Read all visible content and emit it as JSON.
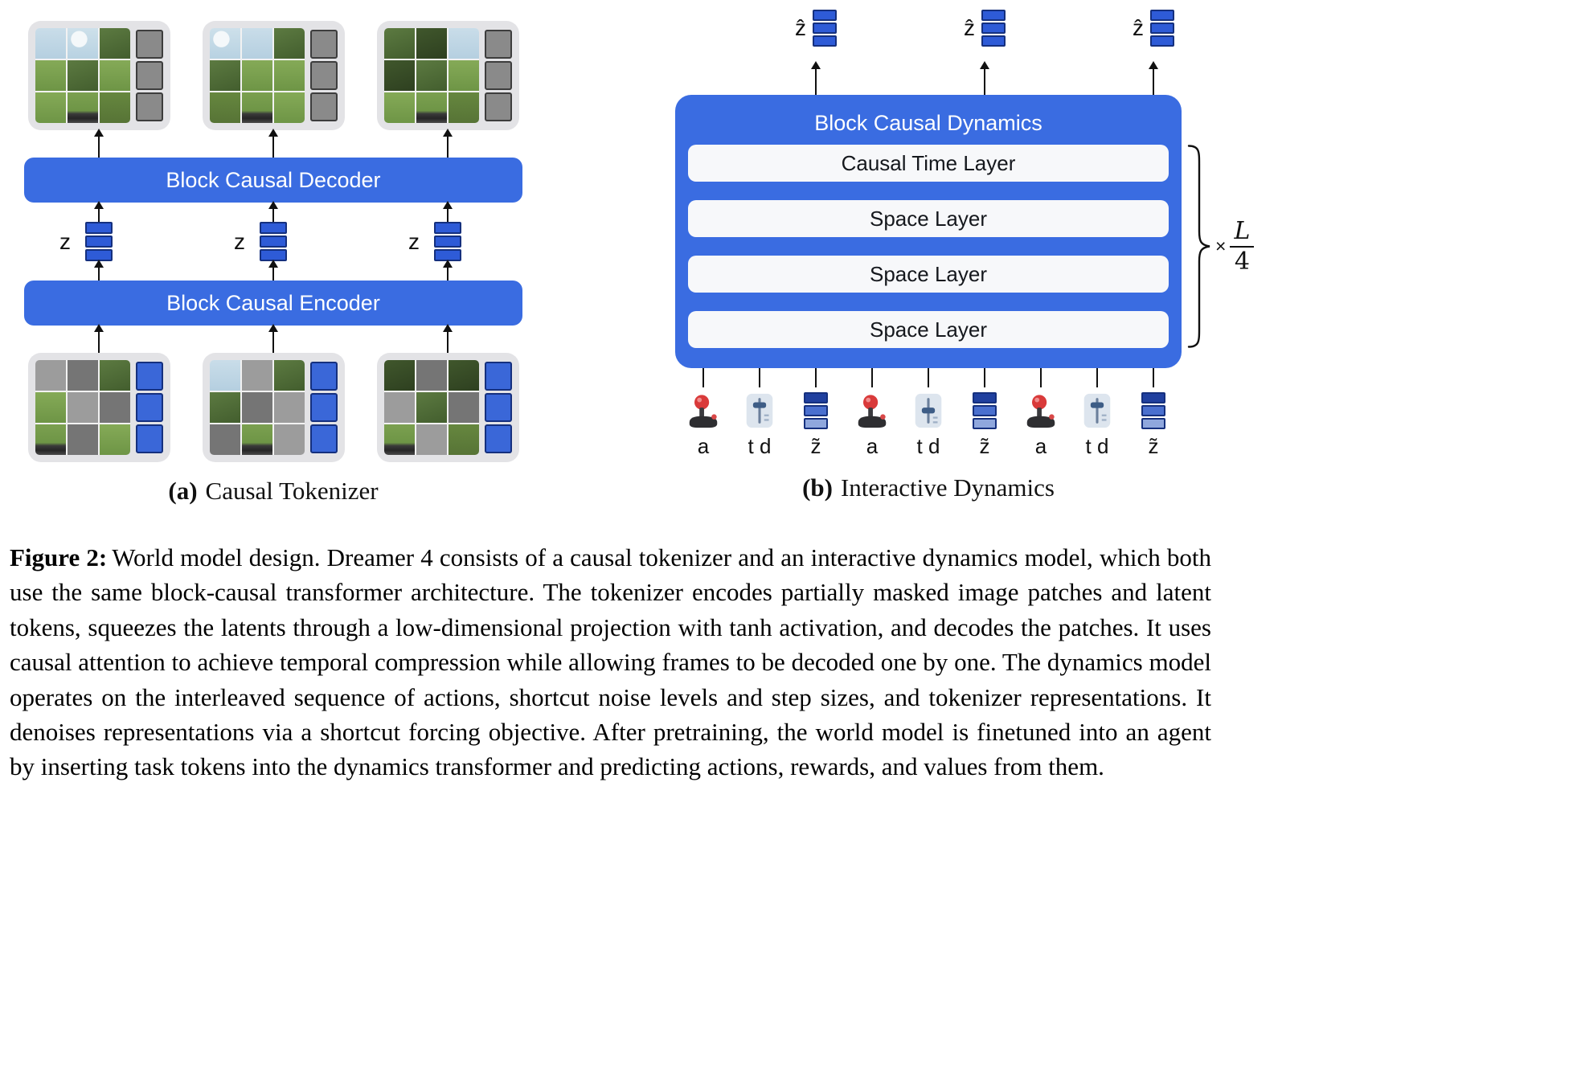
{
  "colors": {
    "accent_blue": "#3a6ce1",
    "layer_bg": "#f7f8fa",
    "frame_bg": "#e3e3e6",
    "token_blue": "#2e5bd7",
    "token_blue_border": "#15307e",
    "token_gray": "#8a8a8a",
    "token_gray_border": "#3d3d3d",
    "arrow_color": "#111111"
  },
  "panel_a": {
    "decoder_label": "Block Causal Decoder",
    "encoder_label": "Block Causal Encoder",
    "latents": [
      {
        "label": "z"
      },
      {
        "label": "z"
      },
      {
        "label": "z"
      }
    ],
    "top_frames": [
      {
        "cells": [
          "sky",
          "cloud",
          "leaf",
          "grass",
          "leaf",
          "grass",
          "grass",
          "hotbar",
          "grassdark"
        ]
      },
      {
        "cells": [
          "cloud",
          "sky",
          "leaf",
          "leaf",
          "grass",
          "grass",
          "grassdark",
          "hotbar",
          "grass"
        ]
      },
      {
        "cells": [
          "leaf",
          "leafdark",
          "sky",
          "leafdark",
          "leaf",
          "grass",
          "grass",
          "hotbar",
          "grassdark"
        ]
      }
    ],
    "bottom_frames": [
      {
        "cells": [
          "m1",
          "m2",
          "leaf",
          "grass",
          "m1",
          "m2",
          "hotbar",
          "m2",
          "grass"
        ]
      },
      {
        "cells": [
          "sky",
          "m1",
          "leaf",
          "leaf",
          "m2",
          "m1",
          "m2",
          "hotbar",
          "m1"
        ]
      },
      {
        "cells": [
          "leafdark",
          "m2",
          "leafdark",
          "m1",
          "leaf",
          "m2",
          "hotbar",
          "m1",
          "grassdark"
        ]
      }
    ],
    "caption_tag": "(a)",
    "caption_text": "Causal Tokenizer"
  },
  "panel_b": {
    "box_title": "Block Causal Dynamics",
    "layers": [
      {
        "label": "Causal Time Layer"
      },
      {
        "label": "Space Layer"
      },
      {
        "label": "Space Layer"
      },
      {
        "label": "Space Layer"
      }
    ],
    "outputs": [
      {
        "label": "ẑ"
      },
      {
        "label": "ẑ"
      },
      {
        "label": "ẑ"
      }
    ],
    "inputs": [
      {
        "label": "a",
        "icon": "joystick-icon"
      },
      {
        "label": "t d",
        "icon": "slider-icon"
      },
      {
        "label": "z̃",
        "icon": "latent-tokens-icon"
      },
      {
        "label": "a",
        "icon": "joystick-icon"
      },
      {
        "label": "t d",
        "icon": "slider-icon"
      },
      {
        "label": "z̃",
        "icon": "latent-tokens-icon"
      },
      {
        "label": "a",
        "icon": "joystick-icon"
      },
      {
        "label": "t d",
        "icon": "slider-icon"
      },
      {
        "label": "z̃",
        "icon": "latent-tokens-icon"
      }
    ],
    "repeat": {
      "times_symbol": "×",
      "numerator": "L",
      "denominator": "4"
    },
    "caption_tag": "(b)",
    "caption_text": "Interactive Dynamics"
  },
  "figure_caption": {
    "label": "Figure 2:",
    "text": "World model design. Dreamer 4 consists of a causal tokenizer and an interactive dynamics model, which both use the same block-causal transformer architecture. The tokenizer encodes partially masked image patches and latent tokens, squeezes the latents through a low-dimensional projection with tanh activation, and decodes the patches. It uses causal attention to achieve temporal compression while allowing frames to be decoded one by one. The dynamics model operates on the interleaved sequence of actions, shortcut noise levels and step sizes, and tokenizer representations. It denoises representations via a shortcut forcing objective. After pretraining, the world model is finetuned into an agent by inserting task tokens into the dynamics transformer and predicting actions, rewards, and values from them."
  }
}
